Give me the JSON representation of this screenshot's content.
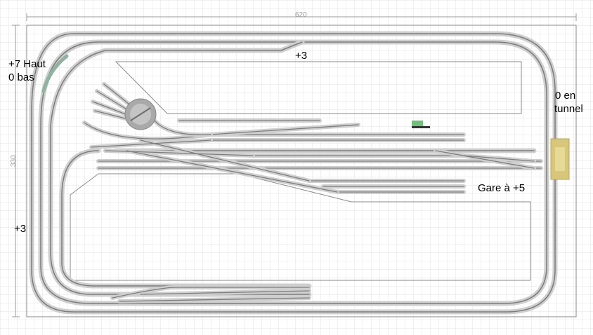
{
  "dimensions": {
    "width": "620",
    "height": "330"
  },
  "labels": {
    "left_level_top": "+7 Haut",
    "left_level_bottom": "0 bas",
    "top_level": "+3",
    "left_side_level": "+3",
    "tunnel_line1": "0 en",
    "tunnel_line2": "tunnel",
    "station": "Gare à +5"
  },
  "colors": {
    "grid": "#e3e3e3",
    "track_rail": "#7d7d7d",
    "track_bed": "#cfcfcf",
    "platform": "#c8c8c8",
    "tunnel_portal": "#d8c77a",
    "turntable": "#a9a9a9",
    "building_green": "#6ec07a",
    "dimension_line": "#9a9a9a"
  }
}
